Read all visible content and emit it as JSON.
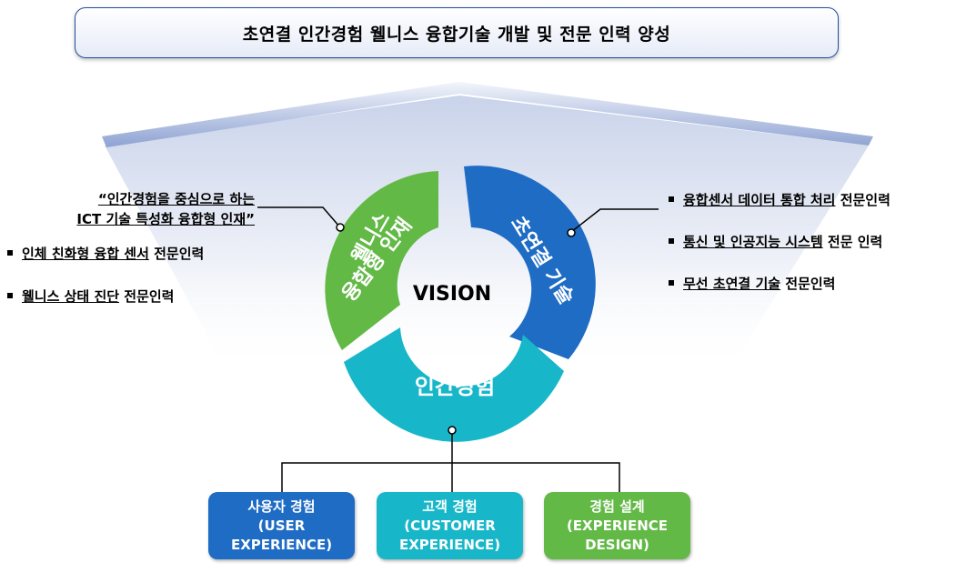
{
  "title": "초연결 인간경험 웰니스 융합기술 개발 및 전문 인력 양성",
  "center_label": "VISION",
  "segments": {
    "wellness_line1": "웰니스",
    "wellness_line2": "융합형 인재",
    "hyperconnect": "초연결 기술",
    "human_experience": "인간경험"
  },
  "left": {
    "quote_line1": "“인간경험을 중심으로 하는",
    "quote_line2": "ICT 기술 특성화 융합형 인재”",
    "items": [
      {
        "underlined": "인체 친화형 융합 센서",
        "rest": " 전문인력"
      },
      {
        "underlined": "웰니스 상태 진단",
        "rest": " 전문인력"
      }
    ]
  },
  "right": {
    "items": [
      {
        "underlined": "융합센서 데이터 통합 처리",
        "rest": " 전문인력"
      },
      {
        "underlined": "통신 및 인공지능 시스템",
        "rest": " 전문 인력"
      },
      {
        "underlined": "무선 초연결 기술",
        "rest": " 전문인력"
      }
    ]
  },
  "bottom": [
    {
      "line1": "사용자 경험",
      "line2": "(USER",
      "line3": "EXPERIENCE)"
    },
    {
      "line1": "고객 경험",
      "line2": "(CUSTOMER",
      "line3": "EXPERIENCE)"
    },
    {
      "line1": "경험 설계",
      "line2": "(EXPERIENCE",
      "line3": "DESIGN)"
    }
  ],
  "colors": {
    "blue": "#1f6cc4",
    "teal": "#17b7c9",
    "green": "#62b946",
    "title_border": "#1f4f9f"
  }
}
